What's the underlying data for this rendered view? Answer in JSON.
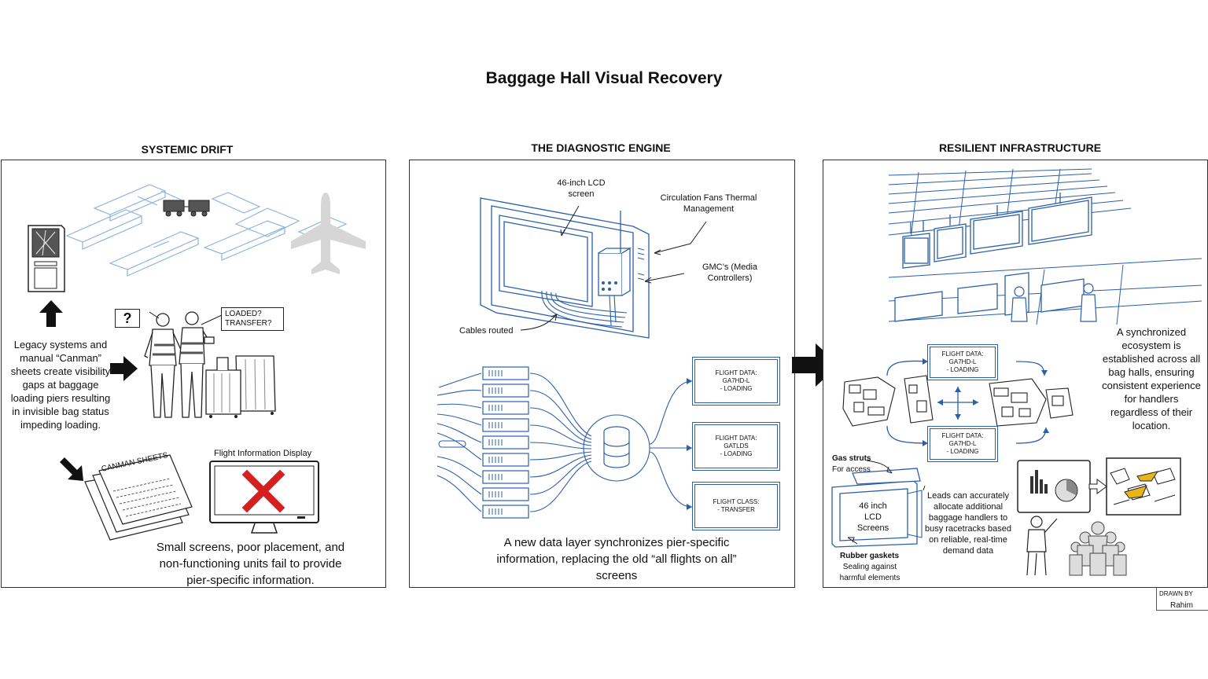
{
  "title": "Baggage Hall Visual Recovery",
  "panels": {
    "drift": {
      "heading": "SYSTEMIC DRIFT",
      "legacy_text": "Legacy systems and manual “Canman” sheets create visibility gaps at baggage loading piers resulting in invisible bag status impeding loading.",
      "question_mark": "?",
      "speech_bubble": "LOADED? TRANSFER?",
      "canman_label": "CANMAN SHEETS",
      "fid_label": "Flight Information Display",
      "bottom_text": "Small screens, poor placement, and non-functioning units fail to provide pier-specific information."
    },
    "engine": {
      "heading": "THE DIAGNOSTIC ENGINE",
      "lcd_label": "46-inch LCD screen",
      "fans_label": "Circulation Fans Thermal Management",
      "gmc_label": "GMC’s (Media Controllers)",
      "cables_label": "Cables routed",
      "cards": [
        {
          "line1": "FLIGHT DATA:",
          "line2": "GA7HD-L",
          "line3": "- LOADING"
        },
        {
          "line1": "FLIGHT DATA:",
          "line2": "GATLDS",
          "line3": "- LOADING"
        },
        {
          "line1": "FLIGHT CLASS:",
          "line2": "- TRANSFER",
          "line3": ""
        }
      ],
      "bottom_text": "A new data layer synchronizes pier-specific information, replacing the old “all flights on all” screens"
    },
    "resilient": {
      "heading": "RESILIENT INFRASTRUCTURE",
      "sync_text": "A synchronized ecosystem is established across all bag halls, ensuring consistent experience for handlers regardless of their location.",
      "cards": [
        {
          "line1": "FLIGHT DATA:",
          "line2": "GA7HD-L",
          "line3": "- LOADING"
        },
        {
          "line1": "FLIGHT DATA:",
          "line2": "GA7HD-L",
          "line3": "- LOADING"
        }
      ],
      "gas_struts_title": "Gas struts",
      "gas_struts_sub": "For access",
      "lcd_screens": "46 inch LCD Screens",
      "gaskets_title": "Rubber gaskets",
      "gaskets_sub": "Sealing against harmful elements",
      "leads_text": "Leads can accurately allocate additional baggage handlers to busy racetracks based on reliable, real-time demand data"
    }
  },
  "credit": {
    "label": "DRAWN BY",
    "name": "Rahim"
  },
  "colors": {
    "accent_blue": "#2b5fa8",
    "error_red": "#d42020",
    "line": "#222222"
  }
}
